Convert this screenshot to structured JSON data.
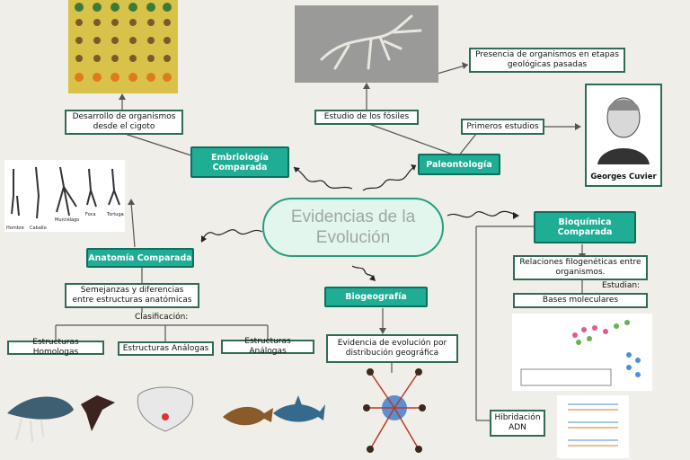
{
  "central": {
    "line1": "Evidencias de la",
    "line2": "Evolución"
  },
  "topics": {
    "embriologia": "Embriología Comparada",
    "paleontologia": "Paleontología",
    "anatomia": "Anatomía Comparada",
    "biogeografia": "Biogeografía",
    "bioquimica": "Bioquímica Comparada"
  },
  "embriologia": {
    "desc": "Desarrollo de organismos desde el cigoto"
  },
  "paleontologia": {
    "fosiles": "Estudio de  los fósiles",
    "presencia": "Presencia de organismos en etapas geológicas pasadas",
    "primeros": "Primeros estudios",
    "cuvier": "Georges Cuvier"
  },
  "anatomia": {
    "semejanzas": "Semejanzas y diferencias entre estructuras anatómicas",
    "clasificacion": "Clasificación:",
    "homologas": "Estructuras Homologas",
    "analogas1": "Estructuras Análogas",
    "analogas2": "Estructuras Análogas",
    "limb_labels": [
      "Hombre",
      "Caballo",
      "Murciélago",
      "Foca",
      "Tortuga"
    ]
  },
  "biogeografia": {
    "desc": "Evidencia de evolución por distribución geográfica"
  },
  "bioquimica": {
    "relaciones": "Relaciones filogenéticas entre organismos.",
    "estudian": "Estudian:",
    "bases": "Bases moleculares",
    "hibridacion": "Hibridación ADN"
  },
  "colors": {
    "topic": "#1fae95",
    "border": "#2f6b56",
    "central_fill": "#e3f6ee",
    "background": "#f0eee8"
  }
}
